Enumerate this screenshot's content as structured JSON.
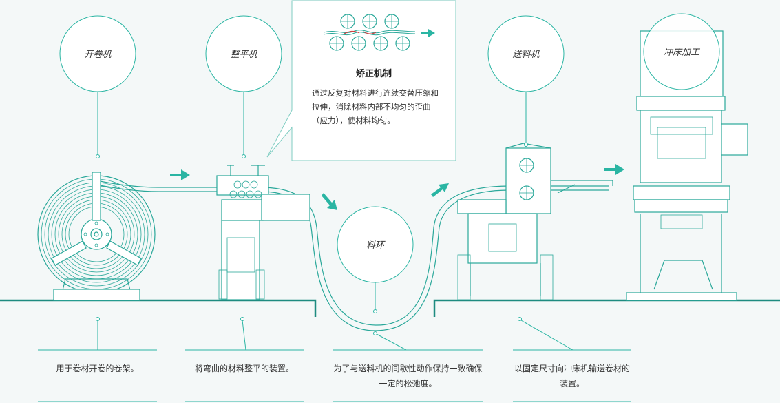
{
  "colors": {
    "accent": "#2ab5a3",
    "line": "#2aa89a",
    "ground": "#1e8b80",
    "bg": "#f4f8f8"
  },
  "bubbles": {
    "uncoiler": "开卷机",
    "leveler": "整平机",
    "loop": "料环",
    "feeder": "送料机",
    "press": "冲床加工"
  },
  "callout": {
    "title": "矫正机制",
    "body": "通过反复对材料进行连续交替压缩和拉伸，消除材料内部不均匀的歪曲（应力），使材料均匀。"
  },
  "captions": {
    "uncoiler": "用于卷材开卷的卷架。",
    "leveler": "将弯曲的材料整平的装置。",
    "loop": "为了与送料机的间歇性动作保持一致确保一定的松弛度。",
    "feeder": "以固定尺寸向冲床机输送卷材的装置。"
  }
}
